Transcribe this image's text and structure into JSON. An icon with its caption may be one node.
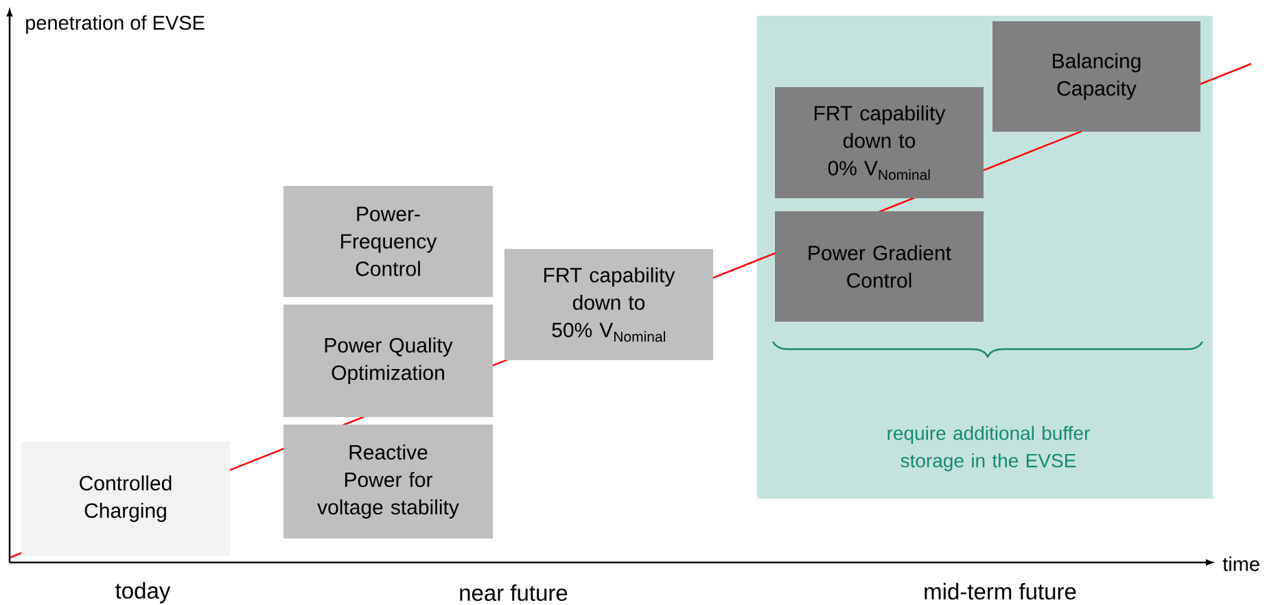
{
  "diagram": {
    "nodes": [
      {
        "text": [
          "Controlled Charging"
        ]
      },
      {
        "text": [
          "Power-Frequency Control"
        ]
      },
      {
        "text": [
          "Power Quality Optimization"
        ]
      },
      {
        "text": [
          "Reactive Power for voltage stability"
        ]
      },
      {
        "text": [
          "FRT capability down to 50% V$_{Nominal}$"
        ]
      },
      {
        "text": [
          "require additional buffer storage in the EVSE"
        ]
      },
      {
        "text": [
          "Balancing Capacity"
        ],
        "in": 5
      },
      {
        "text": [
          "FRT capability down to 0% V$_{Nominal}$"
        ],
        "in": 5
      },
      {
        "text": [
          "Power Gradient Control"
        ],
        "in": 5
      }
    ],
    "labels": [
      "penetration of EVSE",
      "time",
      "today",
      "near future",
      "mid-term future"
    ]
  }
}
